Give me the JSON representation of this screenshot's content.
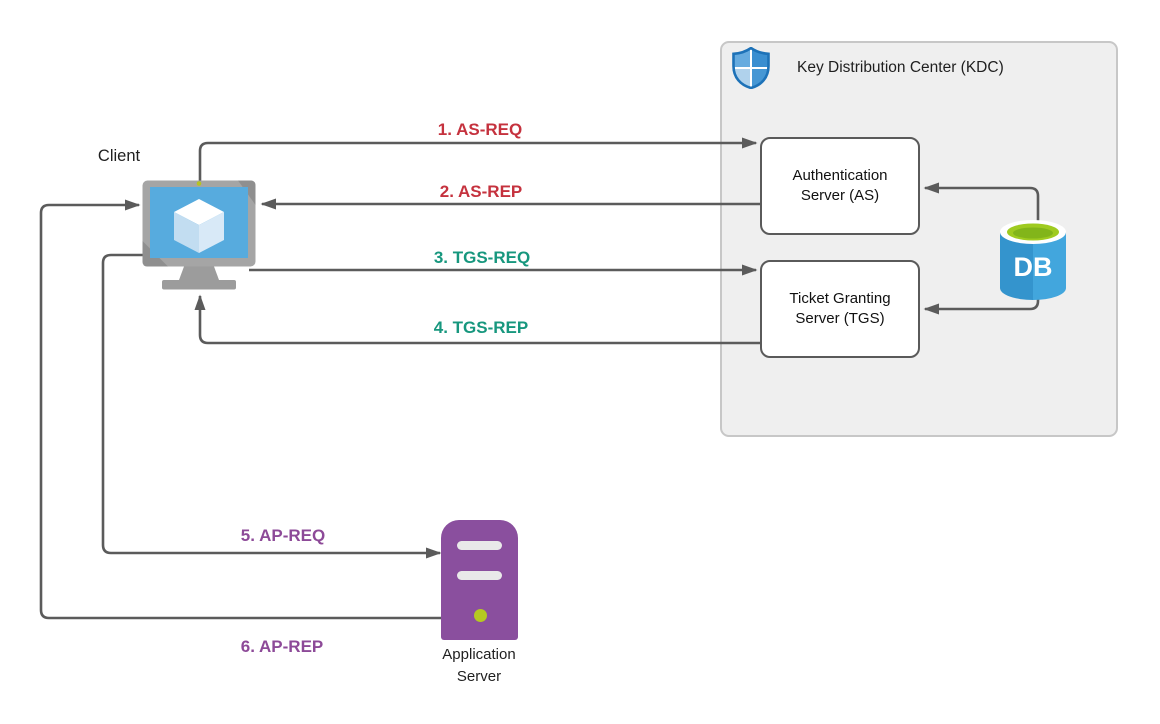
{
  "diagram_type": "kerberos-authentication-flow",
  "nodes": {
    "client": {
      "label": "Client"
    },
    "kdc": {
      "title": "Key Distribution Center (KDC)"
    },
    "auth_server": {
      "label": "Authentication\nServer (AS)"
    },
    "ticket_granting_server": {
      "label": "Ticket Granting\nServer (TGS)"
    },
    "database": {
      "label": "DB"
    },
    "application_server": {
      "label": "Application\nServer"
    }
  },
  "messages": [
    {
      "step": 1,
      "label": "1. AS-REQ",
      "from": "Client",
      "to": "Authentication Server (AS)",
      "color": "#c5323e"
    },
    {
      "step": 2,
      "label": "2. AS-REP",
      "from": "Authentication Server (AS)",
      "to": "Client",
      "color": "#c5323e"
    },
    {
      "step": 3,
      "label": "3. TGS-REQ",
      "from": "Client",
      "to": "Ticket Granting Server (TGS)",
      "color": "#17977e"
    },
    {
      "step": 4,
      "label": "4. TGS-REP",
      "from": "Ticket Granting Server (TGS)",
      "to": "Client",
      "color": "#17977e"
    },
    {
      "step": 5,
      "label": "5. AP-REQ",
      "from": "Client",
      "to": "Application Server",
      "color": "#8d4a98"
    },
    {
      "step": 6,
      "label": "6. AP-REP",
      "from": "Application Server",
      "to": "Client",
      "color": "#8d4a98"
    }
  ],
  "db_links": [
    {
      "from": "DB",
      "to": "Authentication Server (AS)"
    },
    {
      "from": "DB",
      "to": "Ticket Granting Server (TGS)"
    }
  ],
  "colors": {
    "connector_line": "#5b5b5b",
    "red_label": "#c5323e",
    "teal_label": "#17977e",
    "purple_label": "#8d4a98",
    "kdc_panel_fill": "#efefef",
    "kdc_panel_border": "#c7c7c7",
    "node_border": "#5a5a5a",
    "monitor_screen_blue": "#57abde",
    "db_blue": "#3a9ed7",
    "db_green": "#9fcb20",
    "server_purple": "#8a4f9e",
    "shield_blue": "#3a8ed0"
  }
}
